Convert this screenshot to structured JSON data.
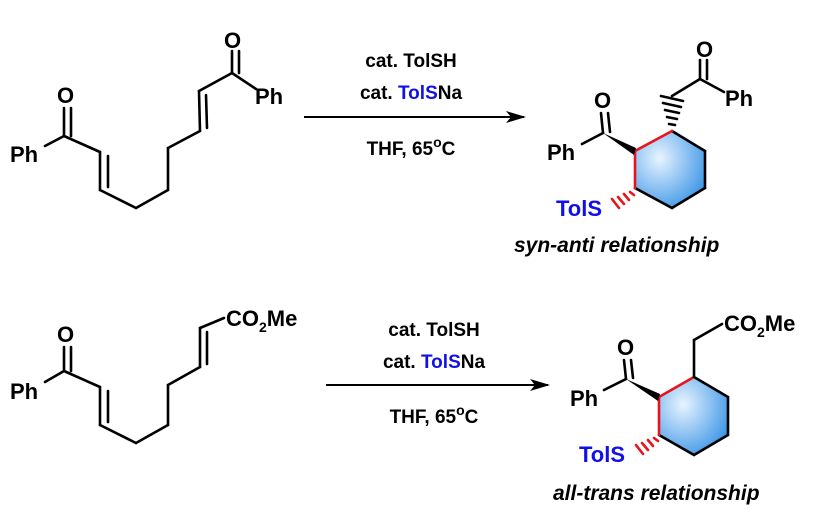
{
  "colors": {
    "text": "#000000",
    "reagent_highlight": "#1010e8",
    "new_bond": "#e8141c",
    "ring_fill_light": "#e8f4ff",
    "ring_fill_dark": "#3a94e6"
  },
  "reaction1": {
    "substrate": {
      "ketone_o_left": "O",
      "ph_left": "Ph",
      "ketone_o_right": "O",
      "ph_right": "Ph"
    },
    "conditions": {
      "line1": "cat. TolSH",
      "line2_prefix": "cat. ",
      "line2_reagent": "TolS",
      "line2_suffix": "Na",
      "line3_main": "THF, 65",
      "line3_sup": "o",
      "line3_end": "C"
    },
    "product": {
      "ketone_o": "O",
      "ph": "Ph",
      "side_o": "O",
      "side_ph": "Ph",
      "thio": "TolS"
    },
    "caption": "syn-anti relationship"
  },
  "reaction2": {
    "substrate": {
      "ketone_o": "O",
      "ph": "Ph",
      "ester_prefix": "CO",
      "ester_sub": "2",
      "ester_suffix": "Me"
    },
    "conditions": {
      "line1": "cat. TolSH",
      "line2_prefix": "cat. ",
      "line2_reagent": "TolS",
      "line2_suffix": "Na",
      "line3_main": "THF, 65",
      "line3_sup": "o",
      "line3_end": "C"
    },
    "product": {
      "ketone_o": "O",
      "ph": "Ph",
      "thio": "TolS",
      "ester_prefix": "CO",
      "ester_sub": "2",
      "ester_suffix": "Me"
    },
    "caption": "all-trans relationship"
  }
}
